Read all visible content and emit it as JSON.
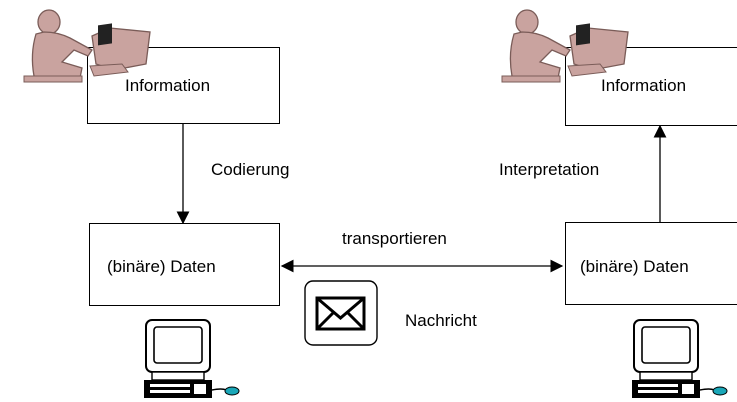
{
  "left_info_box": {
    "label": "Information"
  },
  "right_info_box": {
    "label": "Information"
  },
  "left_data_box": {
    "label": "(binäre) Daten"
  },
  "right_data_box": {
    "label": "(binäre) Daten"
  },
  "labels": {
    "encoding": "Codierung",
    "interpretation": "Interpretation",
    "transport": "transportieren",
    "message": "Nachricht"
  },
  "colors": {
    "person": "#c9a39f",
    "person_outline": "#7a5c58",
    "screen_cyan": "#1aa7b8",
    "line": "#000000"
  },
  "icons": {
    "person_left": "person-at-computer-icon",
    "person_right": "person-at-computer-icon",
    "computer_left": "desktop-computer-icon",
    "computer_right": "desktop-computer-icon",
    "envelope": "envelope-icon"
  }
}
